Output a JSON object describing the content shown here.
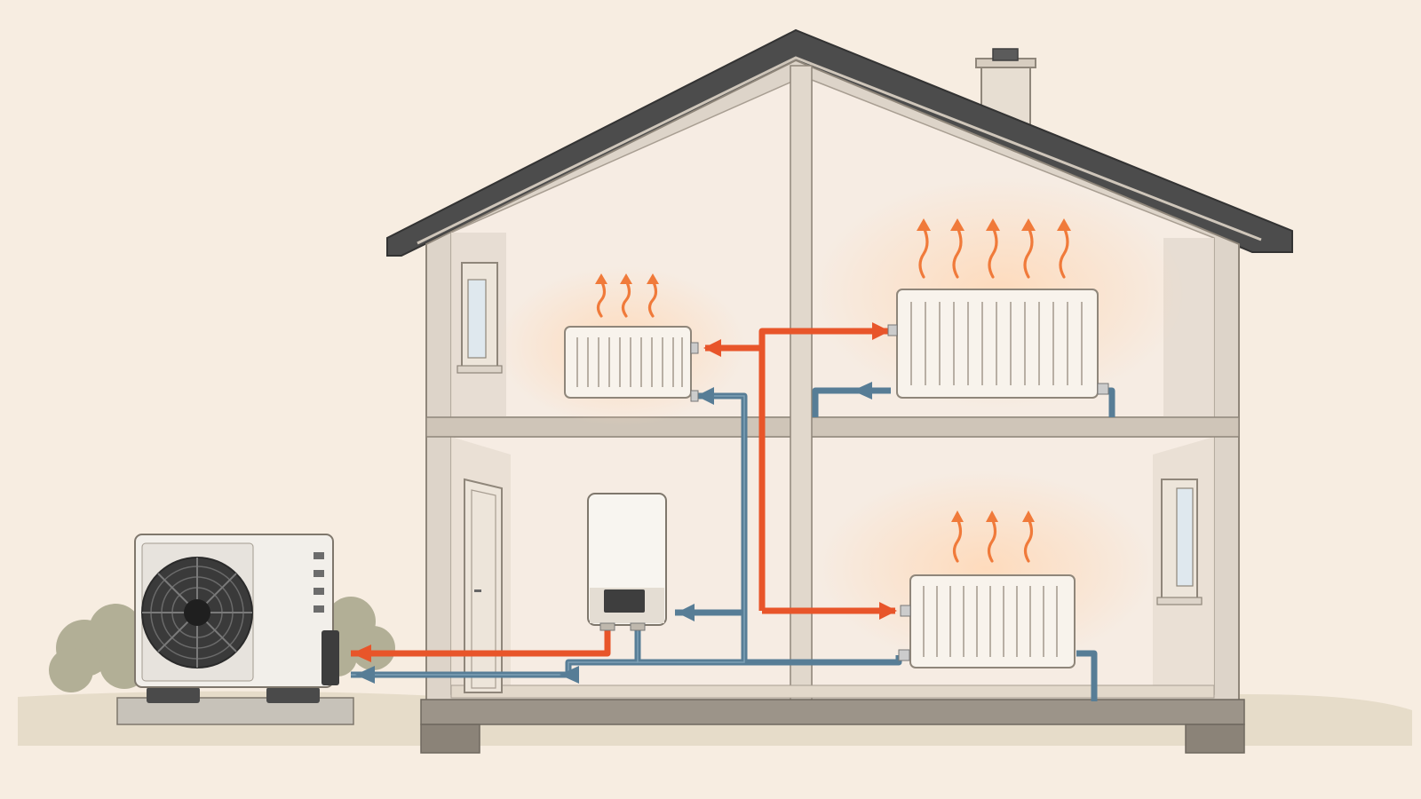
{
  "diagram": {
    "components": [
      {
        "id": "outdoor-unit",
        "kind": "air-source heat pump outdoor unit",
        "icon": "fan-icon"
      },
      {
        "id": "indoor-unit",
        "kind": "wall-mounted indoor unit / boiler",
        "icon": "display-panel-icon"
      },
      {
        "id": "radiator-upstairs-left",
        "kind": "radiator",
        "heat_waves": 3
      },
      {
        "id": "radiator-upstairs-right",
        "kind": "radiator",
        "heat_waves": 5
      },
      {
        "id": "radiator-downstairs-right",
        "kind": "radiator",
        "heat_waves": 3
      }
    ],
    "colors": {
      "background": "#f7ede1",
      "flow_pipe": "#e8552a",
      "return_pipe": "#577d96",
      "heat_wave": "#f07a3a",
      "roof": "#4a4a4a",
      "wall": "#ddd4c9",
      "interior": "#f6ece3"
    }
  }
}
